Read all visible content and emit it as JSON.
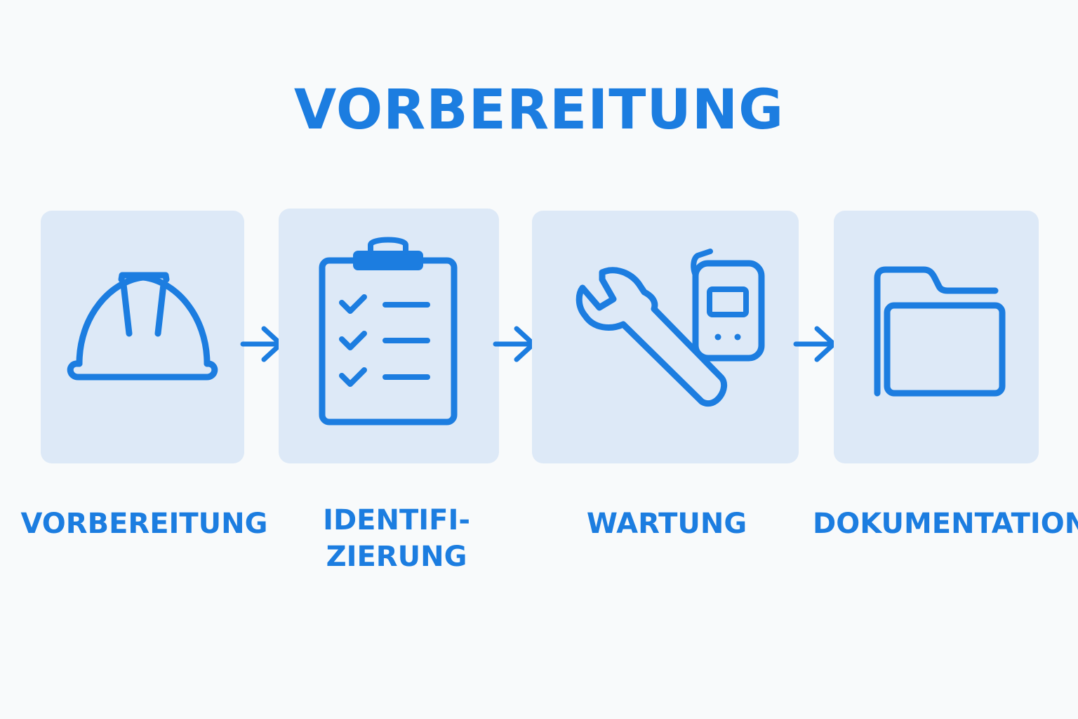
{
  "title": "VORBEREITUNG",
  "colors": {
    "accent": "#1c7de0",
    "card_background": "#dde9f7",
    "page_background": "#f8fafb"
  },
  "steps": [
    {
      "icon": "hard-hat-icon",
      "label": "VORBEREITUNG"
    },
    {
      "icon": "clipboard-checklist-icon",
      "label_line1": "IDENTIFI-",
      "label_line2": "ZIERUNG"
    },
    {
      "icon": "wrench-and-device-icon",
      "label": "WARTUNG"
    },
    {
      "icon": "folder-icon",
      "label": "DOKUMENTATION"
    }
  ]
}
